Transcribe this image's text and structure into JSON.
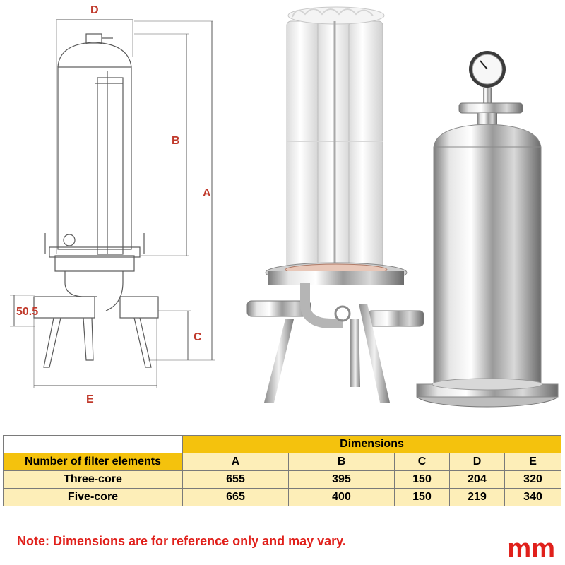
{
  "drawing": {
    "labels": {
      "a": "A",
      "b": "B",
      "c": "C",
      "d": "D",
      "e": "E",
      "inlet": "50.5"
    }
  },
  "photos": {
    "open_housing": "open-filter-housing-with-cartridges",
    "closed_housing": "closed-stainless-filter-housing-with-gauge"
  },
  "table": {
    "dimensions_header": "Dimensions",
    "row_header": "Number of filter elements",
    "columns": [
      "A",
      "B",
      "C",
      "D",
      "E"
    ],
    "rows": [
      {
        "name": "Three-core",
        "values": [
          "655",
          "395",
          "150",
          "204",
          "320"
        ]
      },
      {
        "name": "Five-core",
        "values": [
          "665",
          "400",
          "150",
          "219",
          "340"
        ]
      }
    ]
  },
  "note": "Note: Dimensions are for reference only and may vary.",
  "unit": "mm",
  "colors": {
    "header_yellow": "#f4c20d",
    "row_pale_yellow": "#fdeeb8",
    "label_red": "#c0392b",
    "note_red": "#e0201b"
  }
}
